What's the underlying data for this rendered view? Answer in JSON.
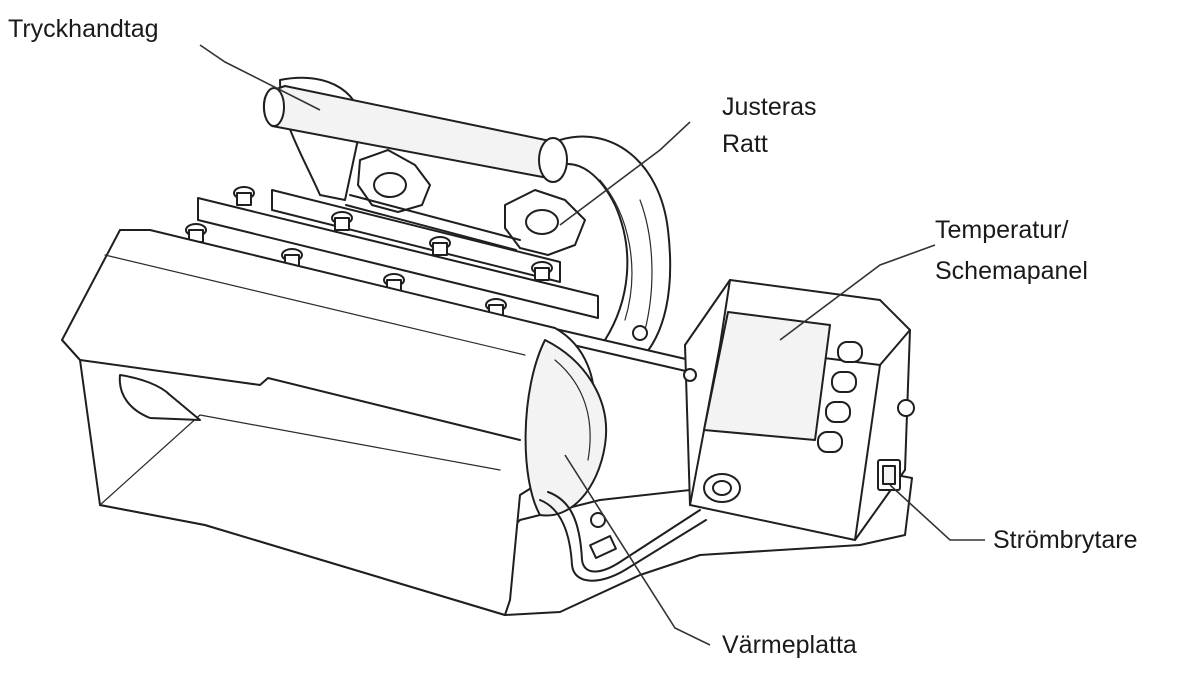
{
  "labels": {
    "press_handle": "Tryckhandtag",
    "adjust_knob_line1": "Justeras",
    "adjust_knob_line2": "Ratt",
    "control_panel_line1": "Temperatur/",
    "control_panel_line2": "Schemapanel",
    "power_switch": "Strömbrytare",
    "heating_plate": "Värmeplatta"
  }
}
